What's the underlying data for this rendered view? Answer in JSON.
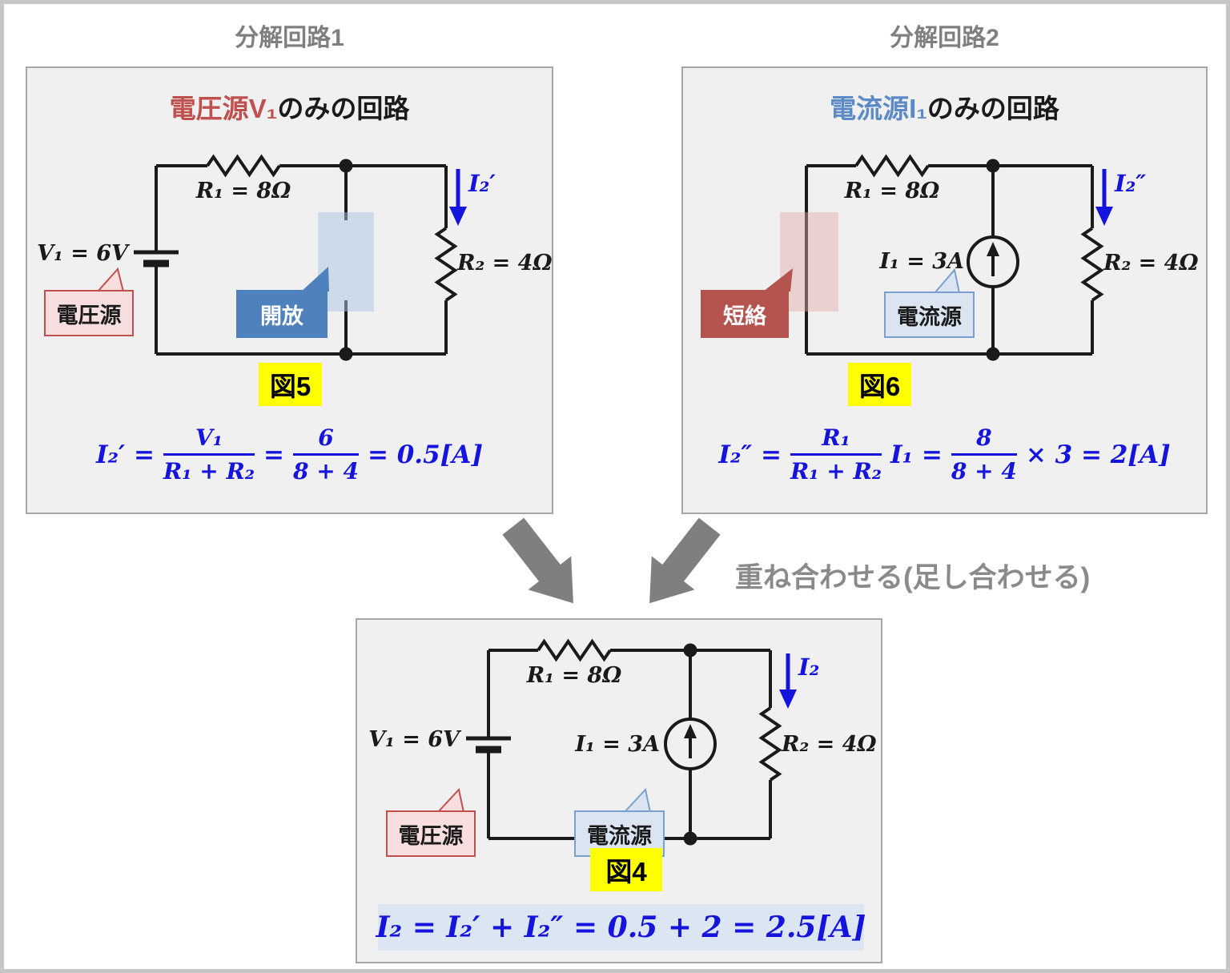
{
  "page": {
    "heading_left": "分解回路1",
    "heading_right": "分解回路2",
    "merge_note": "重ね合わせる(足し合わせる)"
  },
  "colors": {
    "formula_blue": "#1414dd",
    "voltage_red": "#c0504d",
    "current_blue": "#5b8ac6",
    "figure_highlight_yellow": "#ffff00",
    "panel_gray": "#f0f0f0",
    "arrow_gray": "#7f7f7f",
    "open_highlight": "#c3d4e9",
    "short_highlight": "#efd0cf"
  },
  "panel1": {
    "title_colored": "電圧源V₁",
    "title_rest": "のみの回路",
    "labels": {
      "r1": "R₁ = 8Ω",
      "r2": "R₂ = 4Ω",
      "v1": "V₁ = 6V",
      "current": "I₂′"
    },
    "callouts": {
      "source": "電圧源",
      "open": "開放"
    },
    "fig": "図5",
    "formula": {
      "lhs": "I₂′ =",
      "frac1_num": "V₁",
      "frac1_den": "R₁ + R₂",
      "eq": "=",
      "frac2_num": "6",
      "frac2_den": "8 + 4",
      "result": "= 0.5[A]"
    }
  },
  "panel2": {
    "title_colored": "電流源I₁",
    "title_rest": "のみの回路",
    "labels": {
      "r1": "R₁ = 8Ω",
      "r2": "R₂ = 4Ω",
      "i1": "I₁ = 3A",
      "current": "I₂″"
    },
    "callouts": {
      "short": "短絡",
      "source": "電流源"
    },
    "fig": "図6",
    "formula": {
      "lhs": "I₂″ =",
      "frac1_num": "R₁",
      "frac1_den": "R₁ + R₂",
      "mid": "I₁ =",
      "frac2_num": "8",
      "frac2_den": "8 + 4",
      "result": "× 3 = 2[A]"
    }
  },
  "panel3": {
    "labels": {
      "r1": "R₁ = 8Ω",
      "r2": "R₂ = 4Ω",
      "v1": "V₁ = 6V",
      "i1": "I₁ = 3A",
      "current": "I₂"
    },
    "callouts": {
      "vsource": "電圧源",
      "isource": "電流源"
    },
    "fig": "図4",
    "formula": "I₂ = I₂′ + I₂″ = 0.5 + 2 = 2.5[A]"
  }
}
